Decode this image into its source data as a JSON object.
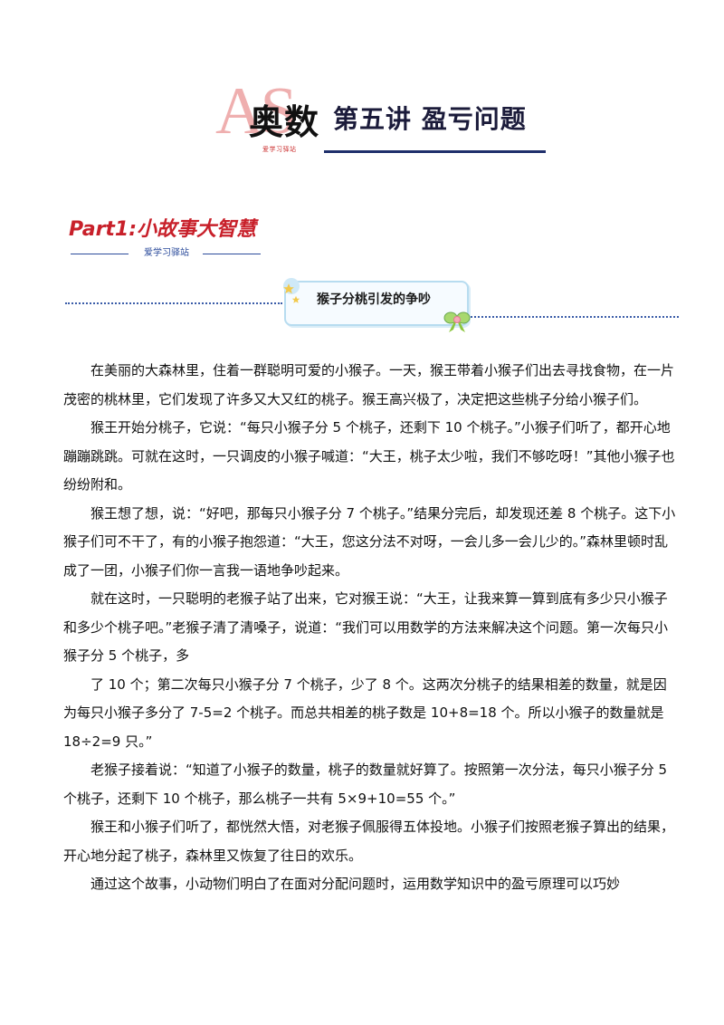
{
  "header": {
    "logo_letters": "AS",
    "logo_main": "奥数",
    "logo_sub": "爱学习驿站",
    "lecture_title": "第五讲  盈亏问题"
  },
  "part": {
    "title": "Part1:小故事大智慧",
    "subtitle": "爱学习驿站"
  },
  "story": {
    "banner_title": "猴子分桃引发的争吵",
    "paragraphs": [
      "在美丽的大森林里，住着一群聪明可爱的小猴子。一天，猴王带着小猴子们出去寻找食物，在一片茂密的桃林里，它们发现了许多又大又红的桃子。猴王高兴极了，决定把这些桃子分给小猴子们。",
      "猴王开始分桃子，它说：“每只小猴子分 5 个桃子，还剩下 10 个桃子。”小猴子们听了，都开心地蹦蹦跳跳。可就在这时，一只调皮的小猴子喊道：“大王，桃子太少啦，我们不够吃呀！”其他小猴子也纷纷附和。",
      "猴王想了想，说：“好吧，那每只小猴子分 7 个桃子。”结果分完后，却发现还差 8 个桃子。这下小猴子们可不干了，有的小猴子抱怨道：“大王，您这分法不对呀，一会儿多一会儿少的。”森林里顿时乱成了一团，小猴子们你一言我一语地争吵起来。",
      "就在这时，一只聪明的老猴子站了出来，它对猴王说：“大王，让我来算一算到底有多少只小猴子和多少个桃子吧。”老猴子清了清嗓子，说道：“我们可以用数学的方法来解决这个问题。第一次每只小猴子分 5 个桃子，多",
      "了 10 个；第二次每只小猴子分 7 个桃子，少了 8 个。这两次分桃子的结果相差的数量，就是因为每只小猴子多分了 7-5=2 个桃子。而总共相差的桃子数是 10+8=18 个。所以小猴子的数量就是 18÷2=9 只。”",
      "老猴子接着说：“知道了小猴子的数量，桃子的数量就好算了。按照第一次分法，每只小猴子分 5 个桃子，还剩下 10 个桃子，那么桃子一共有 5×9+10=55 个。”",
      "猴王和小猴子们听了，都恍然大悟，对老猴子佩服得五体投地。小猴子们按照老猴子算出的结果，开心地分起了桃子，森林里又恢复了往日的欢乐。",
      "通过这个故事，小动物们明白了在面对分配问题时，运用数学知识中的盈亏原理可以巧妙"
    ]
  },
  "colors": {
    "part_red": "#c8202a",
    "rule_navy": "#1f2f6b",
    "dotted_blue": "#3a5ca8",
    "banner_border": "#b7dcf0"
  }
}
